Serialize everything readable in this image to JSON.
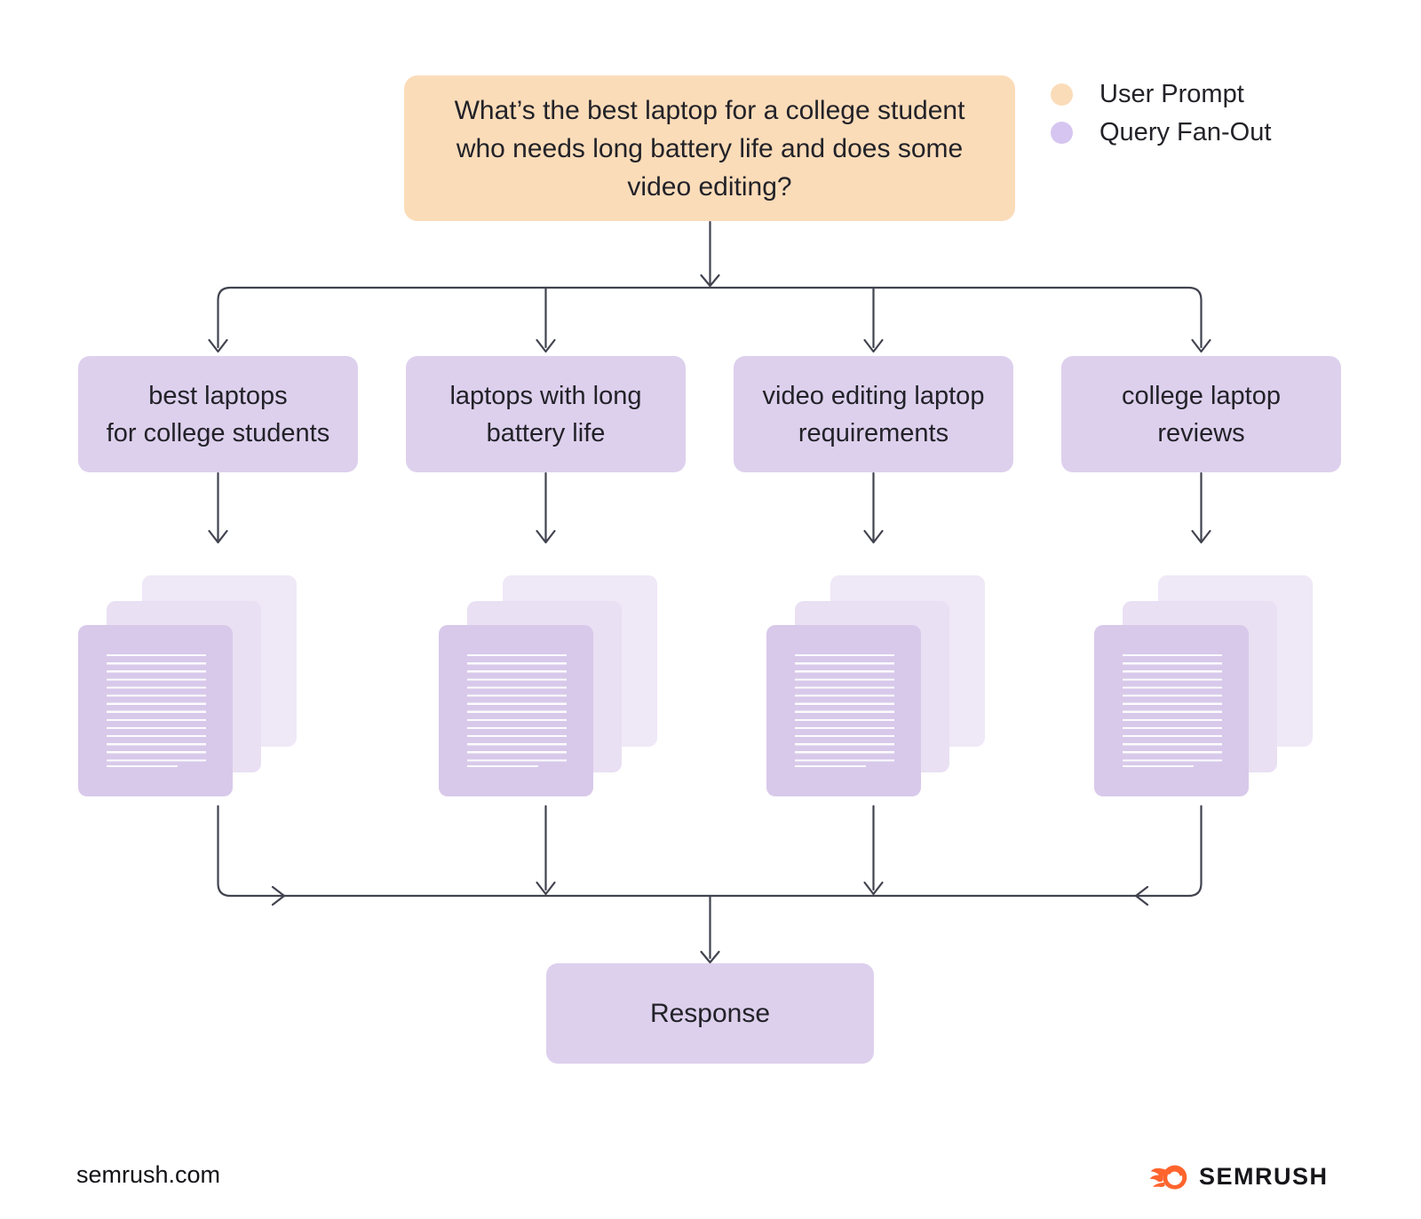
{
  "colors": {
    "background": "#FFFFFF",
    "user_prompt": "#FBDCB9",
    "query_fanout": "#DDD0ED",
    "legend_user_prompt_dot": "#FBDCB9",
    "legend_query_fanout_dot": "#D6C5F0",
    "doc_front": "#D8C9EA",
    "doc_middle": "#E9E0F3",
    "doc_back": "#EFE8F7",
    "connector": "#41434F",
    "brand_orange": "#FF642D",
    "text": "#222228"
  },
  "legend": {
    "items": [
      {
        "label": "User Prompt"
      },
      {
        "label": "Query Fan-Out"
      }
    ]
  },
  "prompt": {
    "lines": [
      "What’s the best laptop for a college student",
      "who needs long battery life and does some",
      "video editing?"
    ]
  },
  "queries": [
    {
      "line1": "best laptops",
      "line2": "for college students"
    },
    {
      "line1": "laptops with long",
      "line2": "battery life"
    },
    {
      "line1": "video editing laptop",
      "line2": "requirements"
    },
    {
      "line1": "college laptop",
      "line2": "reviews"
    }
  ],
  "response": {
    "label": "Response"
  },
  "footer": {
    "site": "semrush.com",
    "brand": "SEMRUSH"
  }
}
